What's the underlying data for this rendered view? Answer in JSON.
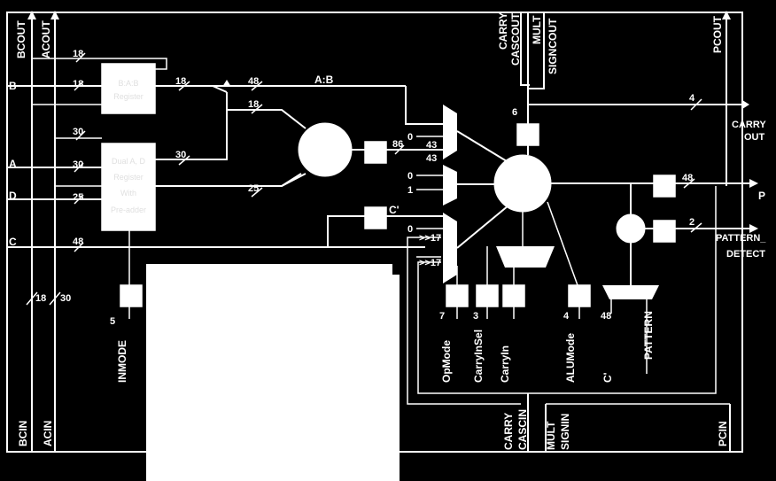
{
  "colors": {
    "background": "#000000",
    "foreground": "#ffffff"
  },
  "ports_top": {
    "bcout": "BCOUT",
    "acout": "ACOUT",
    "carry_cascout": "CARRYCASCOUT",
    "carry": "CARRY",
    "cascout": "CASCOUT",
    "multsigncout": "MULTSIGNCOUT",
    "mult": "MULT",
    "signcout": "SIGNCOUT",
    "pcout": "PCOUT"
  },
  "ports_left": {
    "b": "B",
    "a": "A",
    "d": "D",
    "c": "C"
  },
  "ports_bottom": {
    "bcin": "BCIN",
    "acin": "ACIN",
    "carry_cascin": "CARRYCASCIN",
    "carry": "CARRY",
    "cascin": "CASCIN",
    "mult": "MULT",
    "signin": "SIGNIN",
    "pcin": "PCIN"
  },
  "ports_right": {
    "carryout_line1": "CARRY",
    "carryout_line2": "OUT",
    "p": "P",
    "pattern_detect_line1": "PATTERN_",
    "pattern_detect_line2": "DETECT"
  },
  "blocks": {
    "b_reg_line1": "B:A:B",
    "b_reg_line2": "Register",
    "a_reg_line1": "Dual A, D",
    "a_reg_line2": "Register",
    "a_reg_line3": "With",
    "a_reg_line4": "Pre-adder"
  },
  "bus_widths": {
    "bcout": "18",
    "b_in": "18",
    "b_reg_out": "18",
    "ab_bus": "48",
    "b_mult": "18",
    "acout": "30",
    "a_in": "30",
    "a_reg_out": "30",
    "d_in": "25",
    "ad_mult": "25",
    "c_in": "48",
    "bcin": "18",
    "acin": "30",
    "mult_out": "86",
    "m43a": "43",
    "m43b": "43",
    "carry_cascout": "4",
    "p_out": "48",
    "pattern_out": "2",
    "pattern_in": "48"
  },
  "signals": {
    "ab": "A:B",
    "c_prime": "C'",
    "c_prime2": "C'",
    "shift1": ">>17",
    "shift2": ">>17"
  },
  "mux_inputs": {
    "x0": "0",
    "y0": "0",
    "y1": "1",
    "z0": "0"
  },
  "controls": {
    "inmode": {
      "label": "INMODE",
      "width": "5"
    },
    "opmode": {
      "label": "OpMode",
      "width": "7"
    },
    "carryinsel": {
      "label": "CarryInSel",
      "width": "3"
    },
    "carryin": {
      "label": "CarryIn"
    },
    "alumode": {
      "label": "ALUMode",
      "width": "4"
    },
    "pattern": {
      "label": "PATTERN"
    },
    "carryout_reg_width": "6"
  }
}
